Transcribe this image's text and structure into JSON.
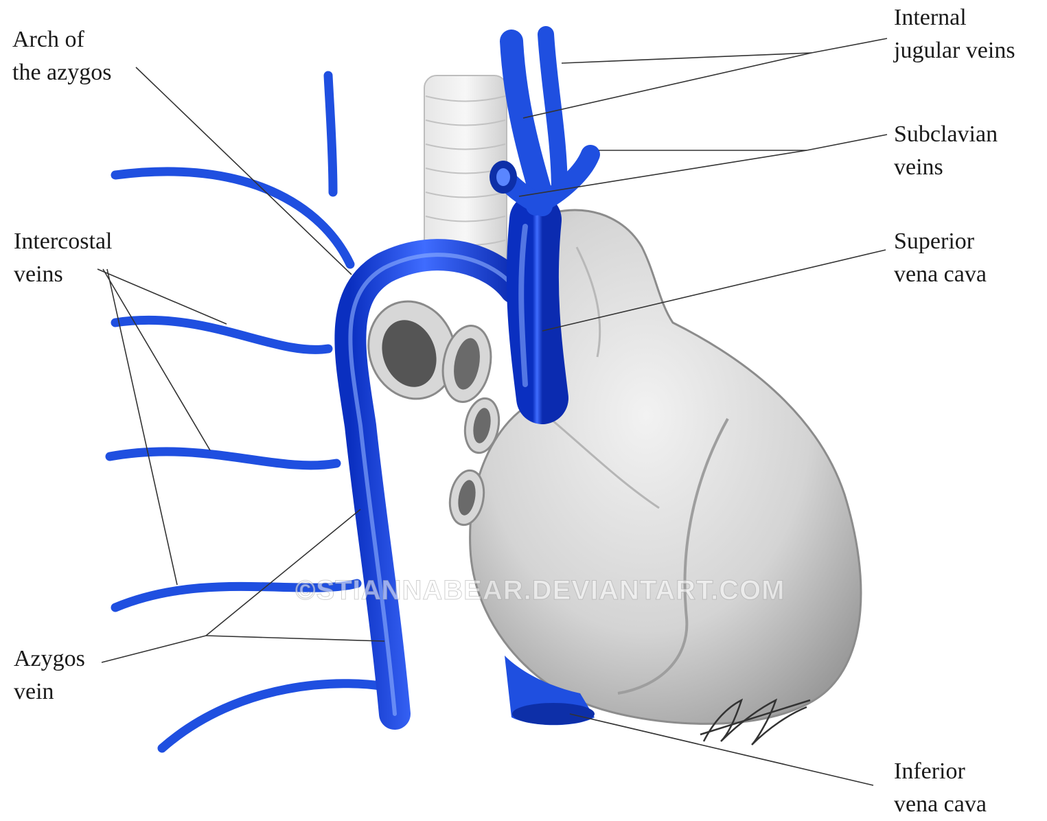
{
  "labels": {
    "arch_azygos": [
      "Arch of",
      "the azygos"
    ],
    "intercostal": [
      "Intercostal",
      "veins"
    ],
    "azygos_vein": [
      "Azygos",
      "vein"
    ],
    "internal_jugular": [
      "Internal",
      "jugular veins"
    ],
    "subclavian": [
      "Subclavian",
      "veins"
    ],
    "superior_vena_cava": [
      "Superior",
      "vena cava"
    ],
    "inferior_vena_cava": [
      "Inferior",
      "vena cava"
    ]
  },
  "watermark": "©STIANNABEAR.DEVIANTART.COM",
  "colors": {
    "vein_blue": "#1f4fe0",
    "vein_highlight": "#7fa3ff",
    "heart_gray": "#d9d9d9",
    "heart_shade": "#a8a8a8",
    "leader_line": "#333333"
  }
}
